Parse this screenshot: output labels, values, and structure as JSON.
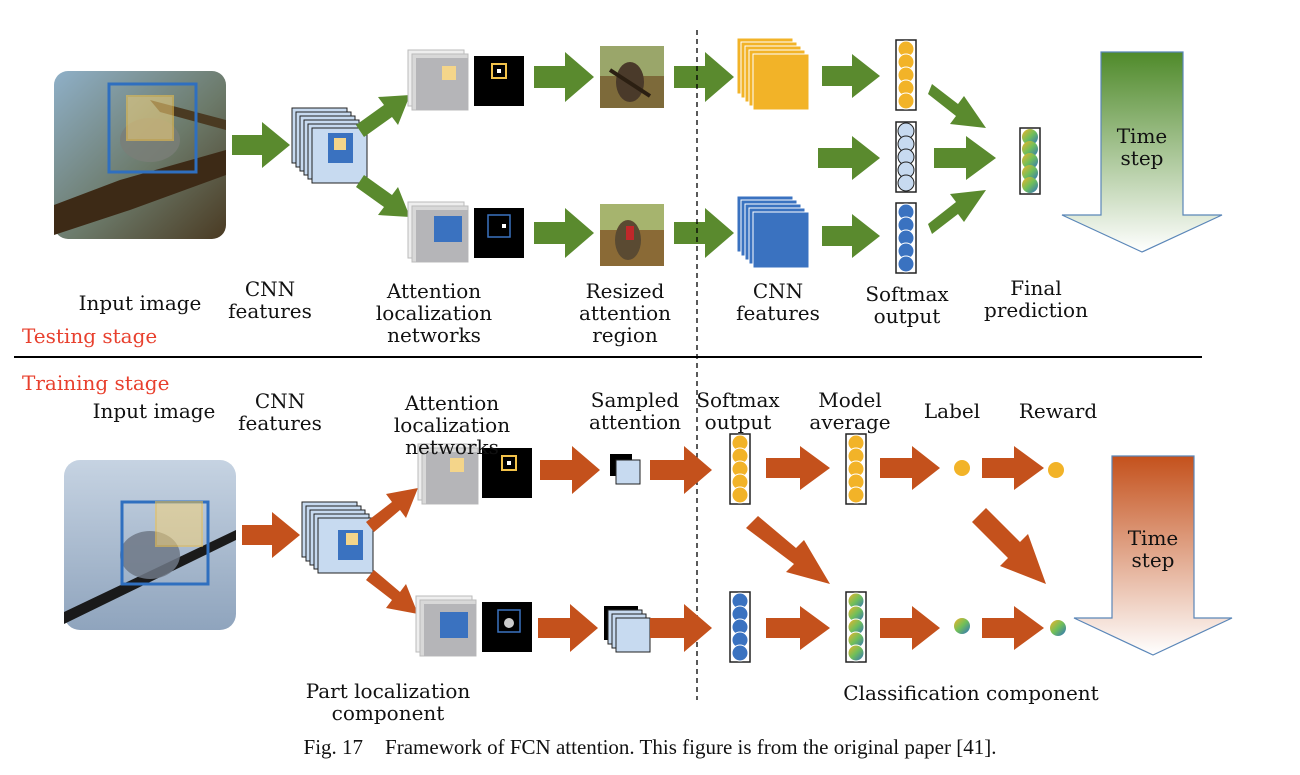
{
  "testing": {
    "stage_label": "Testing stage",
    "labels": {
      "input_image": "Input image",
      "cnn_features_1": "CNN\nfeatures",
      "attention_networks": "Attention localization\nnetworks",
      "resized_region": "Resized attention\nregion",
      "cnn_features_2": "CNN\nfeatures",
      "softmax_output": "Softmax\noutput",
      "final_prediction": "Final\nprediction",
      "time_step": "Time\nstep"
    }
  },
  "training": {
    "stage_label": "Training stage",
    "labels": {
      "input_image": "Input image",
      "cnn_features": "CNN\nfeatures",
      "attention_networks": "Attention localization\nnetworks",
      "sampled_attention": "Sampled\nattention",
      "softmax_output": "Softmax\noutput",
      "model_average": "Model\naverage",
      "label": "Label",
      "reward": "Reward",
      "time_step": "Time\nstep"
    },
    "components": {
      "part_localization": "Part localization component",
      "classification": "Classification component"
    }
  },
  "caption": {
    "number": "Fig. 17",
    "text": "Framework of FCN attention. This figure is from the original paper [41]."
  },
  "colors": {
    "green_arrow": "#5a8a2e",
    "orange_arrow": "#c4511c",
    "yellow": "#f2b328",
    "blue": "#3a72c0",
    "light_blue": "#c7daf0",
    "stage_red": "#e8402e"
  }
}
